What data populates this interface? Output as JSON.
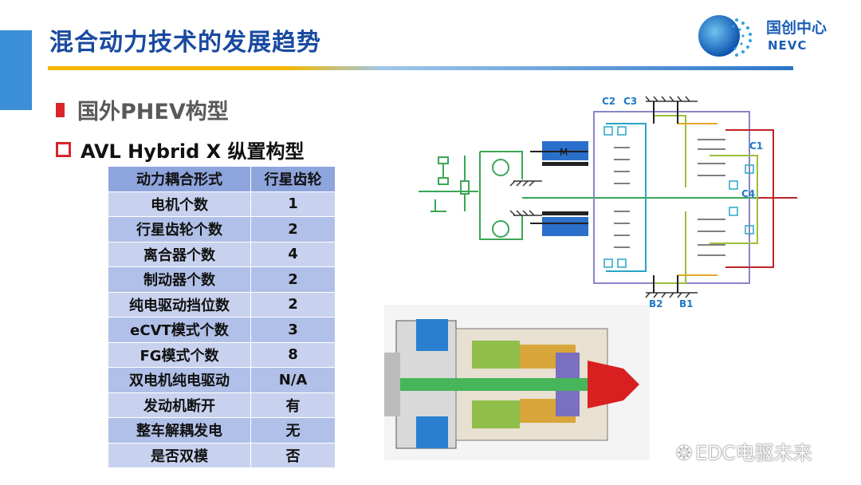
{
  "header": {
    "title": "混合动力技术的发展趋势",
    "logo_cn": "国创中心",
    "logo_en": "NEVC"
  },
  "section": {
    "heading": "国外PHEV构型",
    "subheading": "AVL Hybrid X 纵置构型"
  },
  "table": {
    "header": [
      "动力耦合形式",
      "行星齿轮"
    ],
    "rows": [
      [
        "电机个数",
        "1"
      ],
      [
        "行星齿轮个数",
        "2"
      ],
      [
        "离合器个数",
        "4"
      ],
      [
        "制动器个数",
        "2"
      ],
      [
        "纯电驱动挡位数",
        "2"
      ],
      [
        "eCVT模式个数",
        "3"
      ],
      [
        "FG模式个数",
        "8"
      ],
      [
        "双电机纯电驱动",
        "N/A"
      ],
      [
        "发动机断开",
        "有"
      ],
      [
        "整车解耦发电",
        "无"
      ],
      [
        "是否双模",
        "否"
      ]
    ]
  },
  "diagram": {
    "labels": {
      "c2": "C2",
      "c3": "C3",
      "c1": "C1",
      "c4": "C4",
      "b2": "B2",
      "b1": "B1",
      "motor": "M"
    }
  },
  "watermark": {
    "text": "EDC电驱未来",
    "icon": "wechat-icon"
  },
  "colors": {
    "title": "#1a4aa0",
    "bullet": "#d9242a",
    "table_header": "#8ea4dc",
    "accent_blue": "#3a8fd6"
  }
}
